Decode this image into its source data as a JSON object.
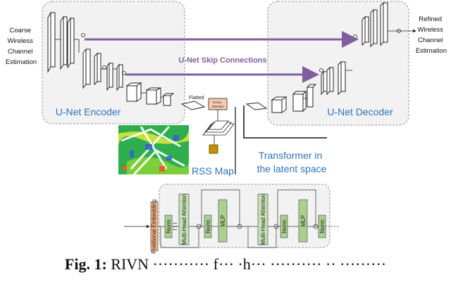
{
  "input_label": [
    "Coarse",
    "Wireless",
    "Channel",
    "Estimation"
  ],
  "output_label": [
    "Refined",
    "Wireless",
    "Channel",
    "Estimation"
  ],
  "encoder_label": "U-Net Encoder",
  "decoder_label": "U-Net Decoder",
  "skip_label": "U-Net Skip Connections",
  "flatten_label": "Flatted",
  "cross_attention_label": [
    "Cross-",
    "Attention"
  ],
  "rss_label": "RSS Map",
  "transformer_label": [
    "Transformer in",
    "the latent space"
  ],
  "transformer_blocks": {
    "positional": "Positional Embedding",
    "norm": "Norm",
    "mha": "Multi-Head Attention",
    "mlp": "MLP",
    "qkv": "t t t"
  },
  "caption": {
    "prefix": "Fig. 1:",
    "text": " RIVN ··········· f··· ·h··· ·········· ·· ·········"
  },
  "colors": {
    "skip_arrow": "#7f5fa0",
    "label_blue": "#2e75b6",
    "block_green": "#a9d18e",
    "block_orange": "#f4b183",
    "panel_bg": "#f2f2f2"
  }
}
